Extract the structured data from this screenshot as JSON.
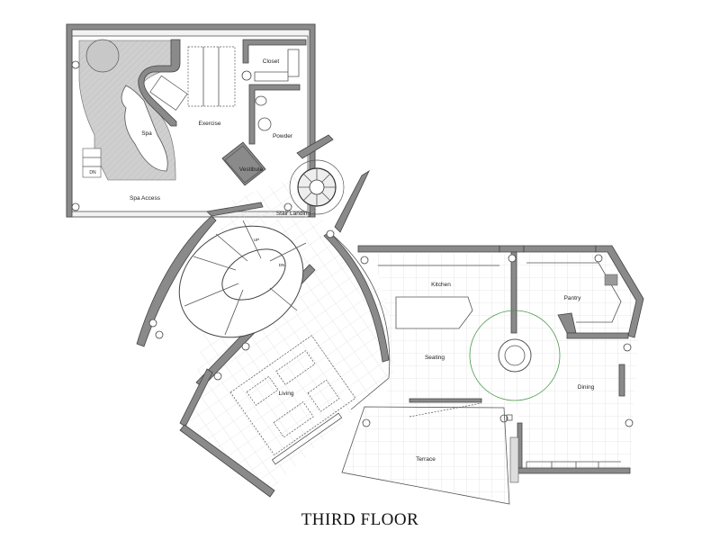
{
  "plan": {
    "title": "THIRD FLOOR",
    "rooms": {
      "closet": "Closet",
      "exercise": "Exercise",
      "spa": "Spa",
      "powder": "Powder",
      "vestibule": "Vestibule",
      "spa_access": "Spa Access",
      "spa_stair_dn": "DN",
      "stair_landing": "Stair Landing",
      "stair_up": "UP",
      "stair_dn": "DN",
      "kitchen": "Kitchen",
      "pantry": "Pantry",
      "seating": "Seating",
      "dining": "Dining",
      "living": "Living",
      "terrace": "Terrace"
    },
    "colors": {
      "wall": "#8a8a8a",
      "spa_floor": "#d0d0d0",
      "circle_accent": "#4a9a4a"
    }
  }
}
